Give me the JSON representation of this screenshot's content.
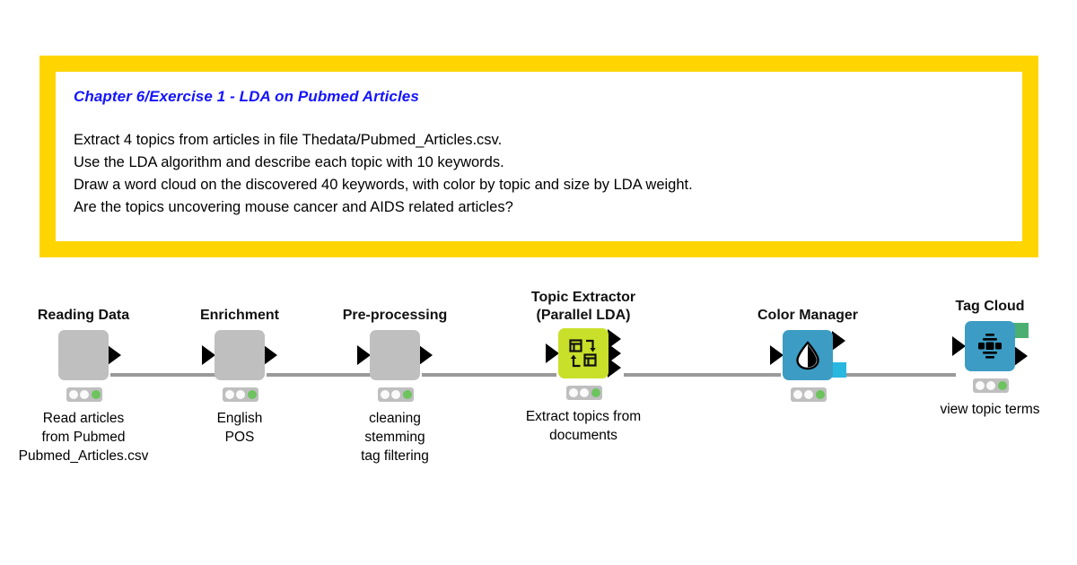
{
  "annotation": {
    "title": "Chapter 6/Exercise 1 - LDA on Pubmed Articles",
    "title_color": "#1414ff",
    "border_color": "#ffd500",
    "lines": [
      "Extract 4 topics from articles in file Thedata/Pubmed_Articles.csv.",
      "Use the LDA algorithm and describe each topic with 10 keywords.",
      "Draw a word cloud on the discovered 40 keywords, with color by topic and size by LDA weight.",
      "Are the topics uncovering mouse cancer and AIDS related articles?"
    ]
  },
  "workflow": {
    "nodes": [
      {
        "title": "Reading Data",
        "description": "Read articles\nfrom Pubmed\nPubmed_Articles.csv",
        "color": "#bfbfbf",
        "icon": "blank-node-icon",
        "status": [
          "off",
          "off",
          "on"
        ]
      },
      {
        "title": "Enrichment",
        "description": "English\nPOS",
        "color": "#bfbfbf",
        "icon": "blank-node-icon",
        "status": [
          "off",
          "off",
          "on"
        ]
      },
      {
        "title": "Pre-processing",
        "description": "cleaning\nstemming\ntag filtering",
        "color": "#bfbfbf",
        "icon": "blank-node-icon",
        "status": [
          "off",
          "off",
          "on"
        ]
      },
      {
        "title": "Topic Extractor\n(Parallel LDA)",
        "description": "Extract topics from\ndocuments",
        "color": "#c8e02a",
        "icon": "topic-extractor-icon",
        "status": [
          "off",
          "off",
          "on"
        ]
      },
      {
        "title": "Color Manager",
        "description": "",
        "color": "#3c9cc3",
        "icon": "droplet-icon",
        "status": [
          "off",
          "off",
          "on"
        ]
      },
      {
        "title": "Tag Cloud",
        "description": "view topic terms",
        "color": "#3c9cc3",
        "icon": "tag-cloud-icon",
        "status": [
          "off",
          "off",
          "on"
        ]
      }
    ]
  }
}
